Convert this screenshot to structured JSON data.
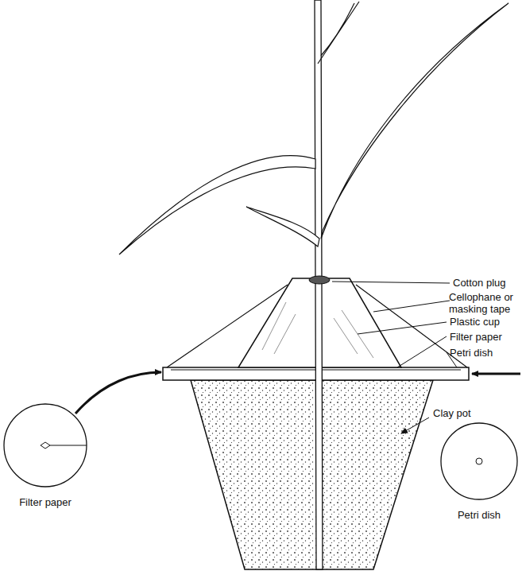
{
  "diagram": {
    "labels": [
      "Cotton plug",
      "Cellophane or masking tape",
      "Plastic cup",
      "Filter paper",
      "Petri dish",
      "Clay pot",
      "Filter paper",
      "Petri dish"
    ]
  }
}
